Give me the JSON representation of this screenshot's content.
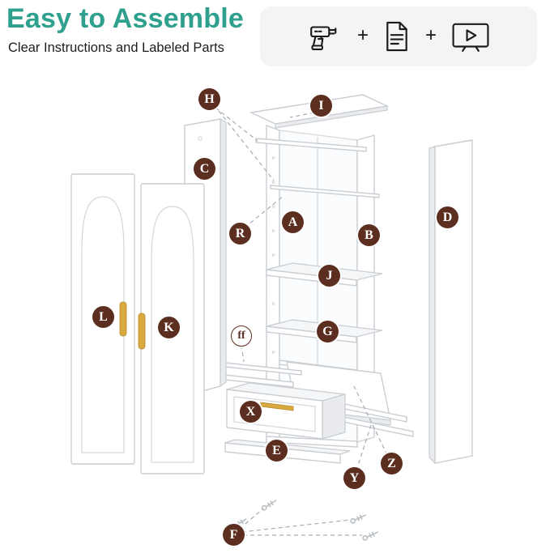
{
  "header": {
    "title": "Easy to Assemble",
    "subtitle": "Clear Instructions and Labeled Parts",
    "plus": "+",
    "icons": [
      {
        "name": "drill-icon"
      },
      {
        "name": "instruction-manual-icon"
      },
      {
        "name": "video-tutorial-icon"
      }
    ]
  },
  "colors": {
    "title_teal": "#2FA08D",
    "label_brown": "#5C2E1F",
    "icon_panel_gray": "#F4F4F4",
    "handle_gold": "#D8A93F"
  },
  "diagram": {
    "labels": [
      {
        "text": "H"
      },
      {
        "text": "I"
      },
      {
        "text": "C"
      },
      {
        "text": "R"
      },
      {
        "text": "A"
      },
      {
        "text": "B"
      },
      {
        "text": "D"
      },
      {
        "text": "J"
      },
      {
        "text": "G"
      },
      {
        "text": "ff"
      },
      {
        "text": "L"
      },
      {
        "text": "K"
      },
      {
        "text": "X"
      },
      {
        "text": "E"
      },
      {
        "text": "Y"
      },
      {
        "text": "Z"
      },
      {
        "text": "F"
      }
    ]
  }
}
